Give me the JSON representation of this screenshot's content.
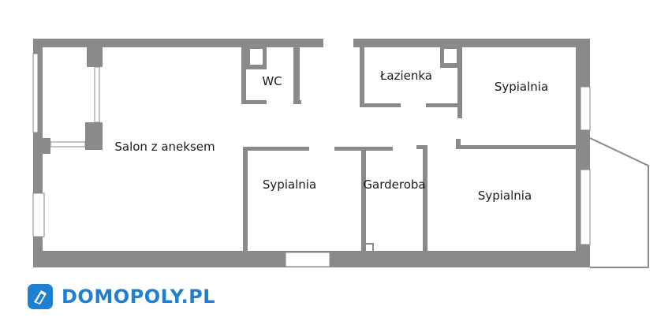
{
  "rooms": {
    "wc": "WC",
    "lazienka": "Łazienka",
    "sypialnia_top_right": "Sypialnia",
    "salon": "Salon z aneksem",
    "sypialnia_middle": "Sypialnia",
    "garderoba": "Garderoba",
    "sypialnia_bottom_right": "Sypialnia"
  },
  "brand": {
    "name": "DOMOPOLY.PL",
    "icon": "domopoly-logo-icon",
    "color": "#1f7fd0"
  },
  "colors": {
    "wall": "#8a8a8a",
    "background": "#ffffff",
    "label": "#1a1a1a"
  }
}
